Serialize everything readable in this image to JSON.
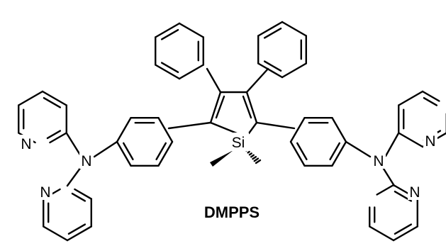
{
  "compound": {
    "name": "DMPPS"
  },
  "atoms": {
    "si": "Si",
    "n": "N"
  }
}
